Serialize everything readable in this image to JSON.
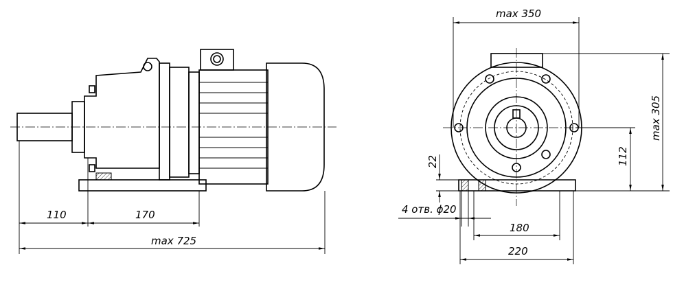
{
  "side_view": {
    "dim_shaft": "110",
    "dim_base": "170",
    "dim_total_length": "max 725"
  },
  "front_view": {
    "dim_width": "max 350",
    "dim_height": "max 305",
    "dim_axis_height": "112",
    "dim_foot_thickness": "22",
    "dim_holes": "4 отв. ϕ20",
    "dim_hole_spacing": "180",
    "dim_base_width": "220"
  }
}
